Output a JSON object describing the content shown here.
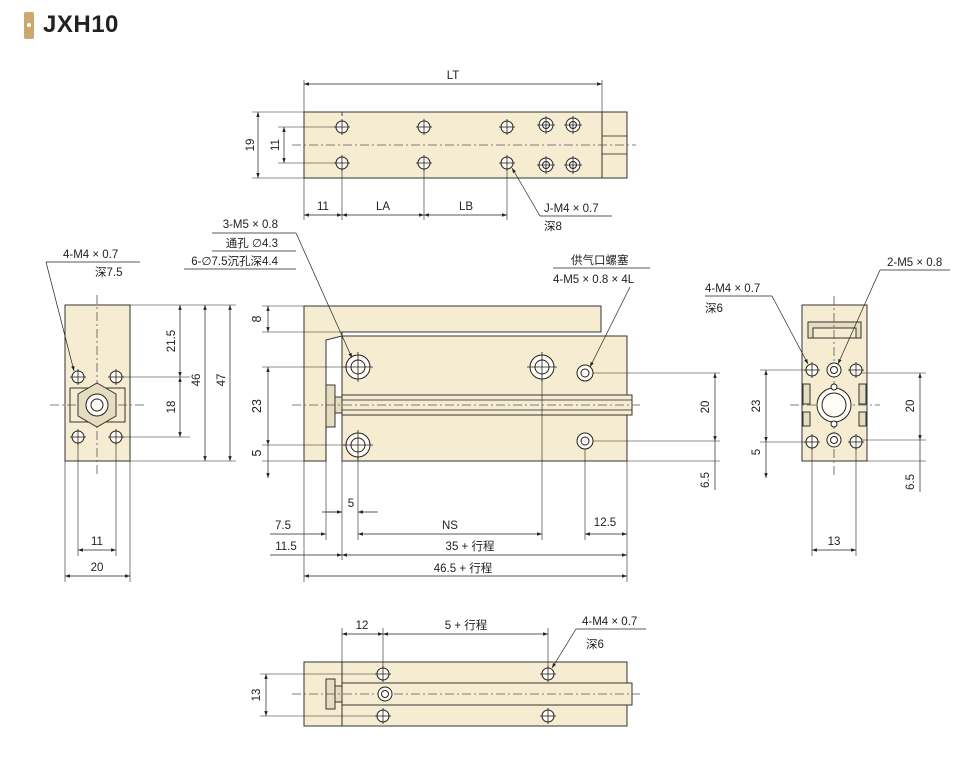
{
  "title": "JXH10",
  "colors": {
    "body": "#f6ecd1",
    "accent": "#c9a96e",
    "line": "#222222"
  },
  "top_view": {
    "dim_lt": "LT",
    "dim_19": "19",
    "dim_11v": "11",
    "dim_11h": "11",
    "dim_la": "LA",
    "dim_lb": "LB",
    "note_j": "J-M4 × 0.7",
    "note_j_depth": "深8"
  },
  "front_view": {
    "note_3m5": "3-M5 × 0.8",
    "note_through": "通孔 ∅4.3",
    "note_counterbore": "6-∅7.5沉孔深4.4",
    "note_port": "供气口螺塞",
    "note_port_size": "4-M5 × 0.8 × 4L",
    "dim_8": "8",
    "dim_23": "23",
    "dim_5": "5",
    "dim_20": "20",
    "dim_65": "6.5",
    "dim_5h": "5",
    "dim_75": "7.5",
    "dim_115": "11.5",
    "dim_ns": "NS",
    "dim_125": "12.5",
    "dim_35": "35 + 行程",
    "dim_465": "46.5 + 行程"
  },
  "left_view": {
    "note_m4": "4-M4 × 0.7",
    "note_depth": "深7.5",
    "dim_215": "21.5",
    "dim_18": "18",
    "dim_46": "46",
    "dim_47": "47",
    "dim_11": "11",
    "dim_20": "20"
  },
  "right_view": {
    "note_m4": "4-M4 × 0.7",
    "note_depth": "深6",
    "note_m5": "2-M5 × 0.8",
    "dim_23": "23",
    "dim_5": "5",
    "dim_20": "20",
    "dim_65": "6.5",
    "dim_13": "13"
  },
  "bottom_view": {
    "dim_12": "12",
    "dim_5s": "5 + 行程",
    "note_m4": "4-M4 × 0.7",
    "note_depth": "深6",
    "dim_13": "13"
  }
}
